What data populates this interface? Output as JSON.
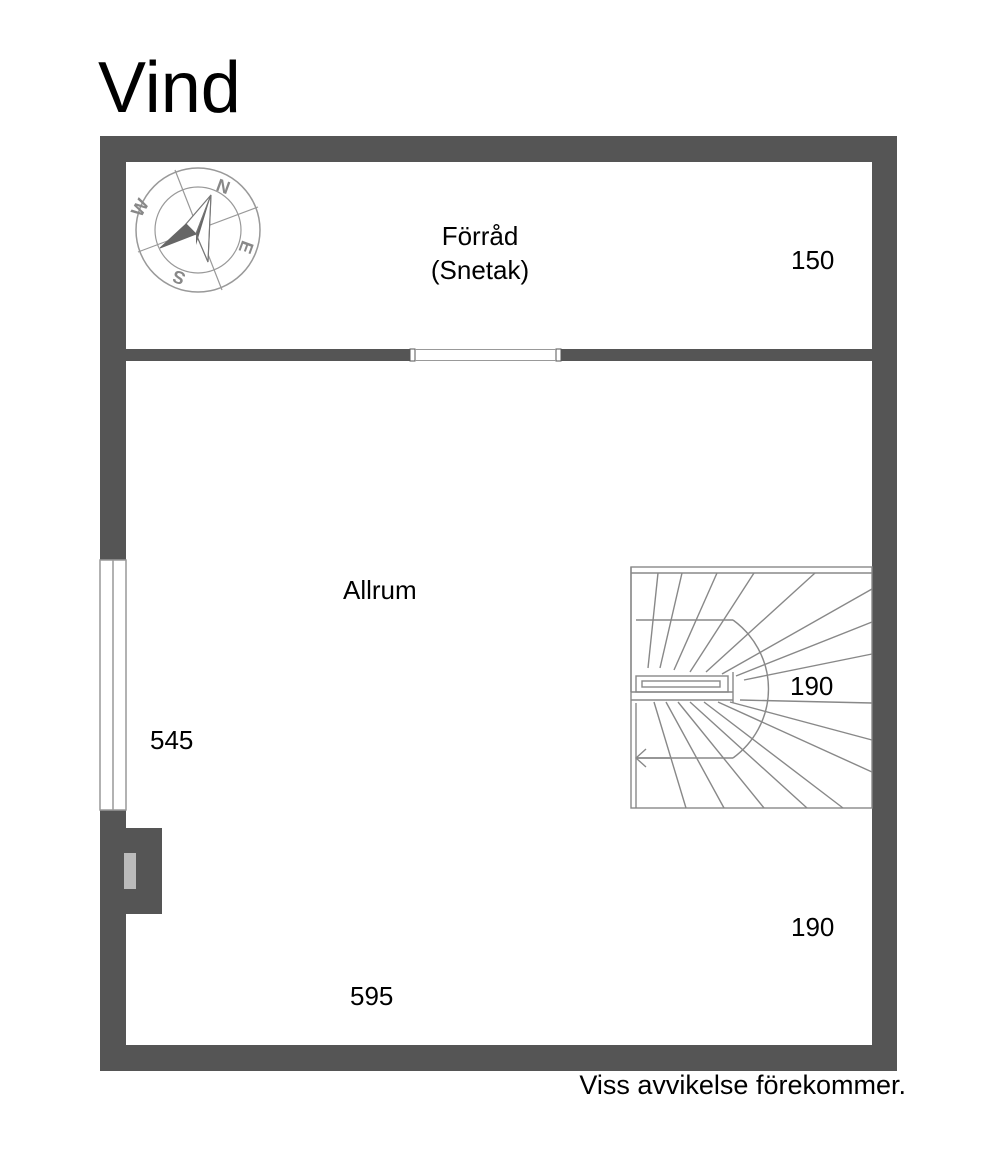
{
  "title": "Vind",
  "rooms": {
    "storage_line1": "Förråd",
    "storage_line2": "(Snetak)",
    "living": "Allrum"
  },
  "dimensions": {
    "storage_depth": "150",
    "west_length": "545",
    "south_length": "595",
    "stair_width": "190",
    "east_lower": "190"
  },
  "compass": {
    "n": "N",
    "s": "S",
    "e": "E",
    "w": "W"
  },
  "disclaimer": "Viss avvikelse förekommer.",
  "colors": {
    "wall": "#555555",
    "line": "#999999",
    "background": "#ffffff"
  }
}
